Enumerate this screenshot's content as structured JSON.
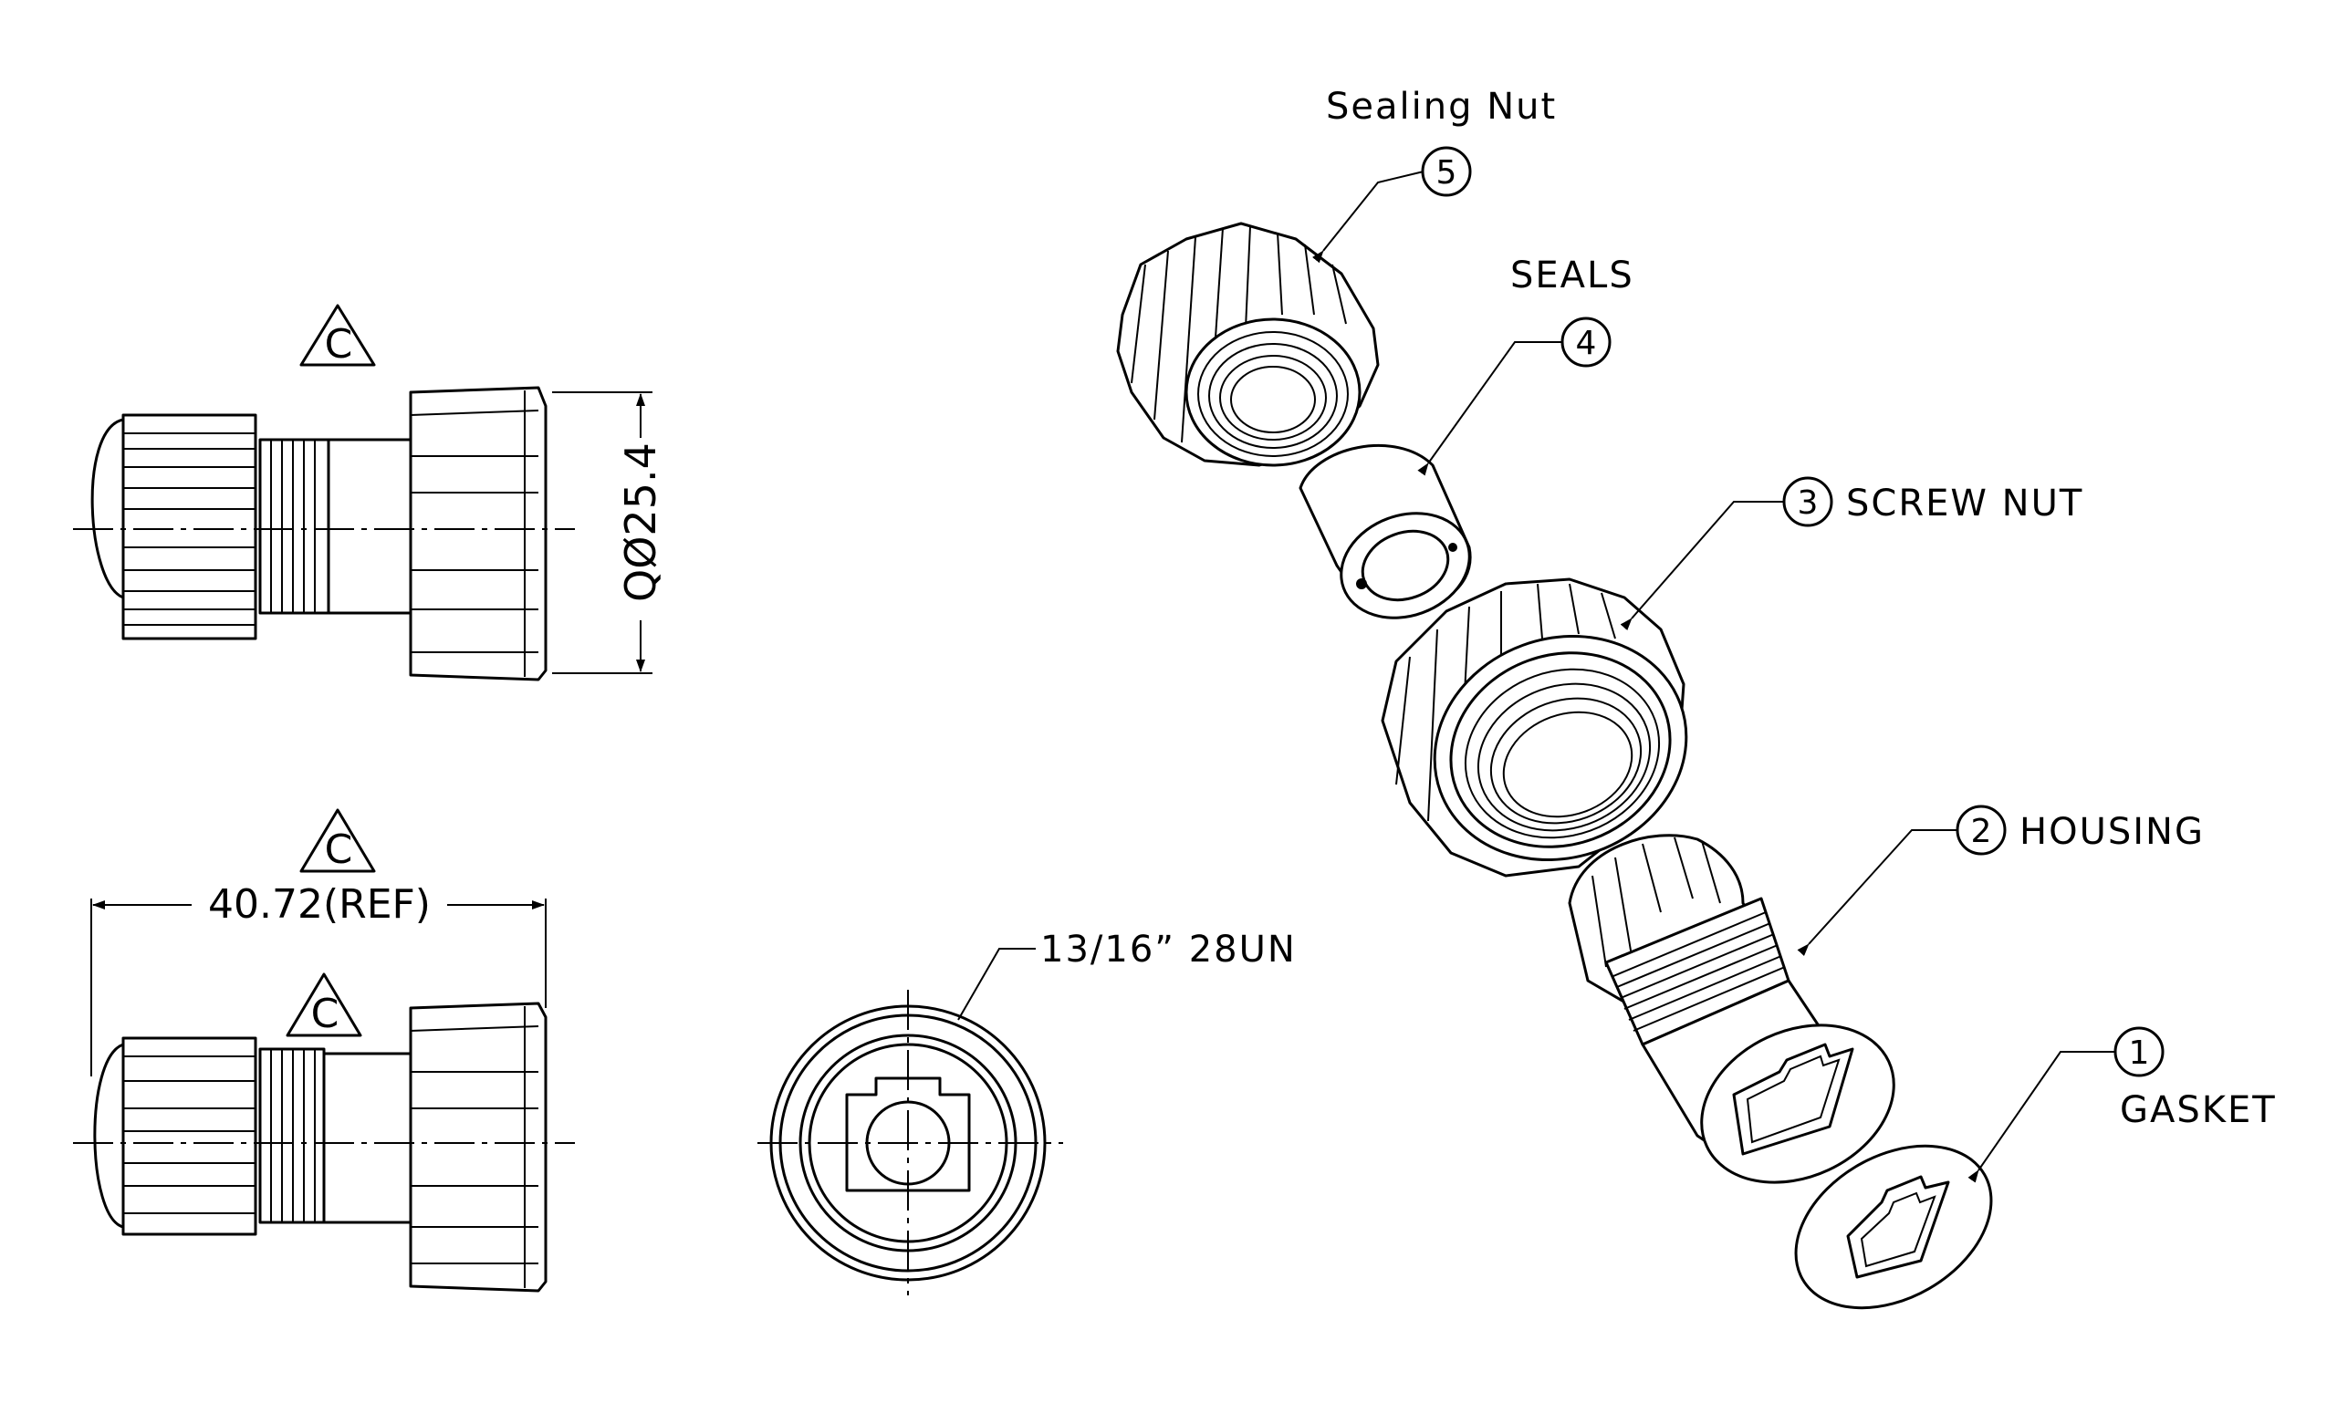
{
  "drawing": {
    "revision_mark": "C",
    "side_view": {
      "diameter_dim": "Ø25.4",
      "diameter_prefix": "Q"
    },
    "bottom_view": {
      "length_dim": "40.72(REF)"
    },
    "front_view": {
      "thread_callout": "13/16” 28UN"
    },
    "parts": [
      {
        "number": "1",
        "name": "GASKET"
      },
      {
        "number": "2",
        "name": "HOUSING"
      },
      {
        "number": "3",
        "name": "SCREW NUT"
      },
      {
        "number": "4",
        "name": "SEALS"
      },
      {
        "number": "5",
        "name": "Sealing Nut"
      }
    ]
  }
}
